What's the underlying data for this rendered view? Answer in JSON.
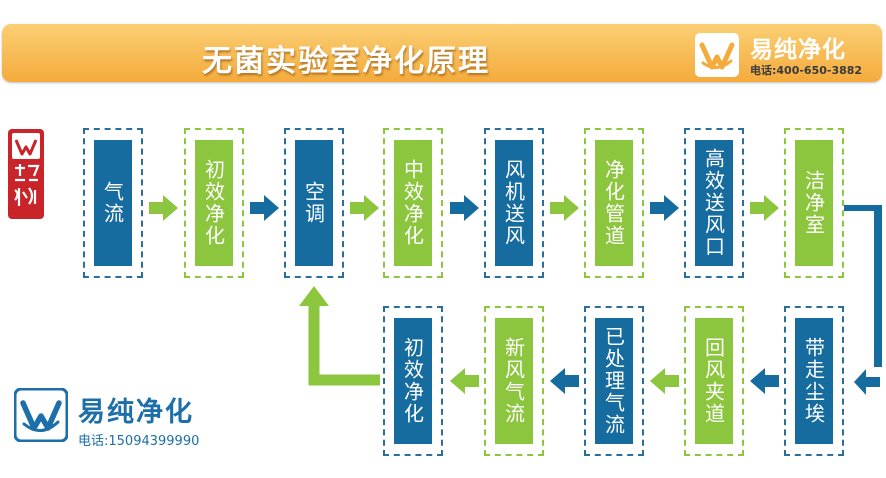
{
  "header": {
    "title": "无菌实验室净化原理",
    "brand": "易纯净化",
    "phone": "电话:400-650-3882"
  },
  "footer_logo": {
    "brand": "易纯净化",
    "phone": "电话:15094399990"
  },
  "colors": {
    "orange": "#f4ab3c",
    "blue": "#166b9f",
    "green": "#8cc63e"
  },
  "flow": {
    "top_row": [
      "气流",
      "初效净化",
      "空调",
      "中效净化",
      "风机送风",
      "净化管道",
      "高效送风口",
      "洁净室"
    ],
    "bottom_row": [
      "带走尘埃",
      "回风夹道",
      "已处理气流",
      "新风气流",
      "初效净化"
    ]
  },
  "icons": [
    "brand-logo-icon",
    "seal-icon",
    "arrow-right-icon",
    "arrow-left-icon",
    "return-arrow-icon"
  ]
}
